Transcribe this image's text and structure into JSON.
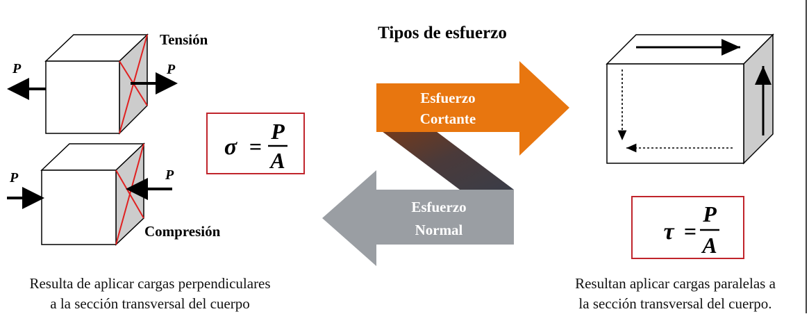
{
  "title": "Tipos de esfuerzo",
  "tension": {
    "label": "Tensión",
    "load_left": "P",
    "load_right": "P"
  },
  "compression": {
    "label": "Compresión",
    "load_left": "P",
    "load_right": "P"
  },
  "formula_normal": {
    "lhs": "σ",
    "eq": "=",
    "num": "P",
    "den": "A"
  },
  "formula_shear": {
    "lhs": "τ",
    "eq": "=",
    "num": "P",
    "den": "A"
  },
  "arrow_shear": {
    "line1": "Esfuerzo",
    "line2": "Cortante",
    "color": "#e8760f"
  },
  "arrow_normal": {
    "line1": "Esfuerzo",
    "line2": "Normal",
    "color": "#9a9ea3"
  },
  "caption_left": {
    "line1": "Resulta de aplicar cargas perpendiculares",
    "line2": "a la sección transversal del cuerpo"
  },
  "caption_right": {
    "line1": "Resultan aplicar cargas paralelas a",
    "line2": "la sección transversal del cuerpo."
  },
  "colors": {
    "box_border": "#c0242b",
    "cut_line": "#e02020",
    "side_face": "#cccccc"
  }
}
